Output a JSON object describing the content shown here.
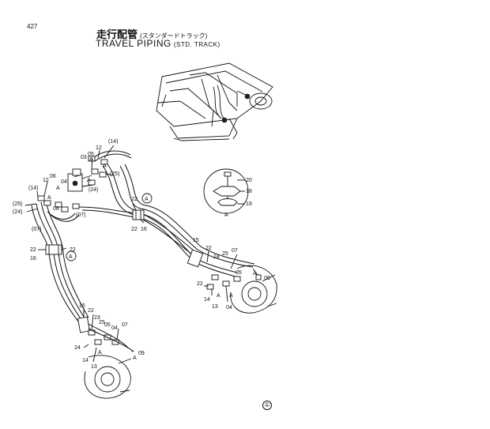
{
  "page": {
    "page_number": "427",
    "title_jp": "走行配管",
    "subtitle_jp": "(スタンダードトラック)",
    "title_en": "TRAVEL PIPING",
    "subtitle_en": "(STD. TRACK)",
    "footer_mark": "①"
  },
  "callouts": {
    "c14_top": "(14)",
    "c12_top": "12",
    "c05_top": "05",
    "c03_top": "03",
    "c25_top": "(25)",
    "c24_top": "(24)",
    "c07_top": "(07)",
    "c08": "08",
    "c06": "06",
    "c04_left": "04",
    "c12_left": "12",
    "c14_left": "(14)",
    "c25_left": "(25)",
    "c24_left": "(24)",
    "c07_left": "(07)",
    "c22_mid": "22",
    "c22_mid2": "22",
    "c16_mid": "16",
    "c22_left": "22",
    "c22_left2": "22",
    "c16_left": "16",
    "c15_right": "15",
    "c22_right": "22",
    "c24_right": "24",
    "c25_right": "25",
    "c07_right": "07",
    "c05_right": "05",
    "c09_right": "09",
    "c22_right2": "22",
    "c14_right": "14",
    "c13_right": "13",
    "c04_right": "04",
    "c15_bottom": "15",
    "c22_bottom": "22",
    "c23_bottom": "23",
    "c25_bottom": "25",
    "c05_bottom": "05",
    "c04_bottom": "04",
    "c07_bottom": "07",
    "c09_bottom": "09",
    "c24_bottom": "24",
    "c14_bottom": "14",
    "c13_bottom": "13",
    "c20_inset": "20",
    "c18_inset": "18",
    "c19_inset": "19",
    "view_a": "A"
  }
}
